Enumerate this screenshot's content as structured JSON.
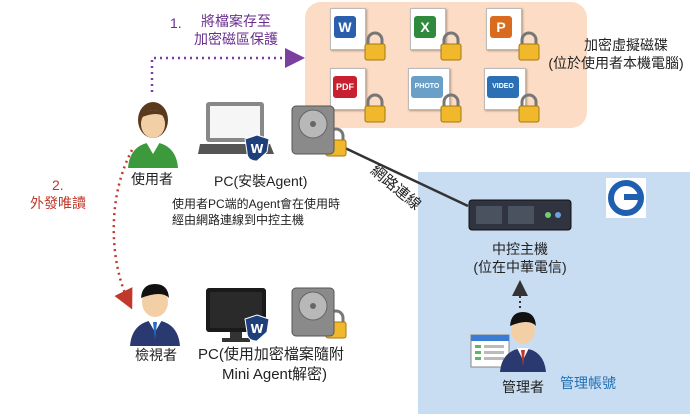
{
  "steps": {
    "step1_number": "1.",
    "step1_line1": "將檔案存至",
    "step1_line2": "加密磁區保護",
    "step2_number": "2.",
    "step2_label": "外發唯讀"
  },
  "vault": {
    "title_line1": "加密虛擬磁碟",
    "title_line2": "(位於使用者本機電腦)",
    "files": [
      {
        "icon": "word-document-icon",
        "color": "#2b5fad",
        "letter": "W"
      },
      {
        "icon": "excel-document-icon",
        "color": "#2e8b3d",
        "letter": "X"
      },
      {
        "icon": "powerpoint-document-icon",
        "color": "#d86b1d",
        "letter": "P"
      },
      {
        "icon": "pdf-document-icon",
        "color": "#c8202f",
        "letter": "PDF"
      },
      {
        "icon": "photo-document-icon",
        "color": "#6aa0c8",
        "letter": "PHOTO"
      },
      {
        "icon": "video-document-icon",
        "color": "#2b6fb5",
        "letter": "VIDEO"
      }
    ]
  },
  "user": {
    "label": "使用者",
    "pc_label": "PC(安裝Agent)",
    "pc_desc_line1": "使用者PC端的Agent會在使用時",
    "pc_desc_line2": "經由網路連線到中控主機"
  },
  "network": {
    "label": "網路連線"
  },
  "server": {
    "label_line1": "中控主機",
    "label_line2": "(位在中華電信)"
  },
  "viewer": {
    "label": "檢視者",
    "pc_label_line1": "PC(使用加密檔案隨附",
    "pc_label_line2": "Mini Agent解密)"
  },
  "admin": {
    "label": "管理者",
    "account_label": "管理帳號"
  },
  "colors": {
    "vault_bg": "#fcdcc4",
    "server_zone_bg": "#c9ddf2",
    "step1_arrow": "#7b3fa0",
    "step2_arrow": "#c0392b",
    "account_text": "#1f6fb2"
  }
}
